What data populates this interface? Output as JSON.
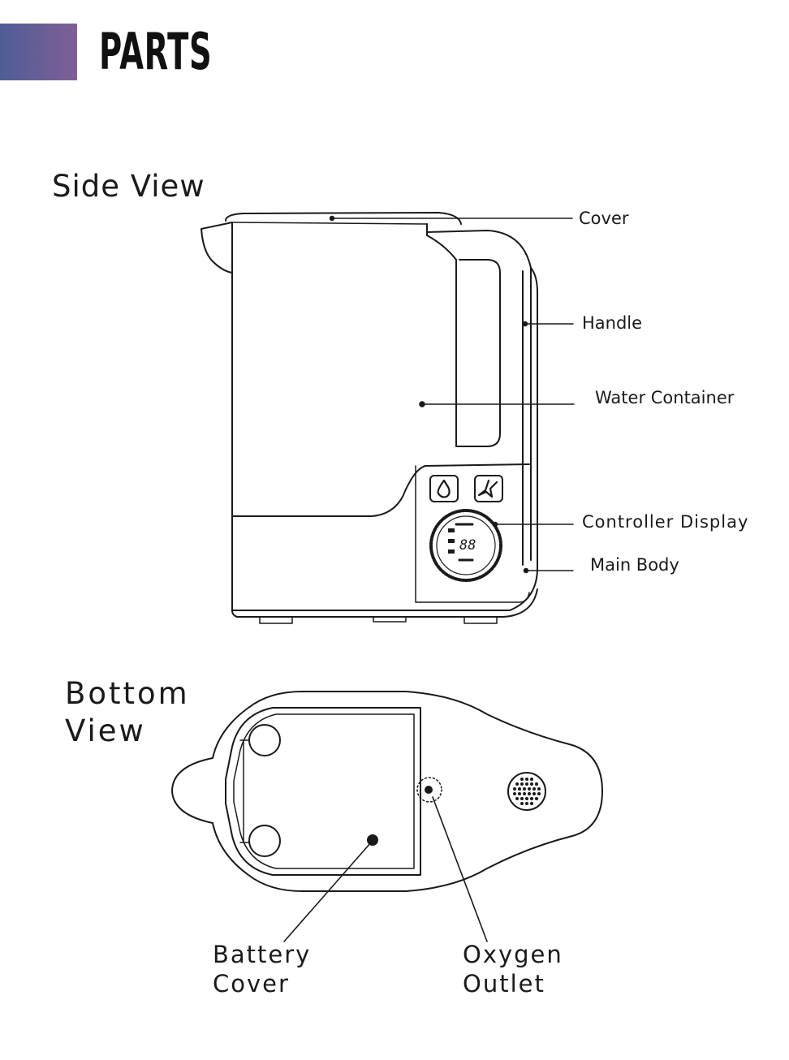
{
  "header": {
    "title": "PARTS",
    "accent_gradient": [
      "#4f5d96",
      "#7f5f97"
    ]
  },
  "side_view": {
    "heading": "Side View",
    "labels": {
      "cover": "Cover",
      "handle": "Handle",
      "water_container": "Water Container",
      "controller_display": "Controller Display",
      "main_body": "Main Body"
    },
    "display_digits": "88"
  },
  "bottom_view": {
    "heading_line1": "Bottom",
    "heading_line2": "View",
    "labels": {
      "battery_cover_line1": "Battery",
      "battery_cover_line2": "Cover",
      "oxygen_outlet_line1": "Oxygen",
      "oxygen_outlet_line2": "Outlet"
    }
  },
  "colors": {
    "line": "#1a1a1a",
    "background": "#ffffff"
  }
}
